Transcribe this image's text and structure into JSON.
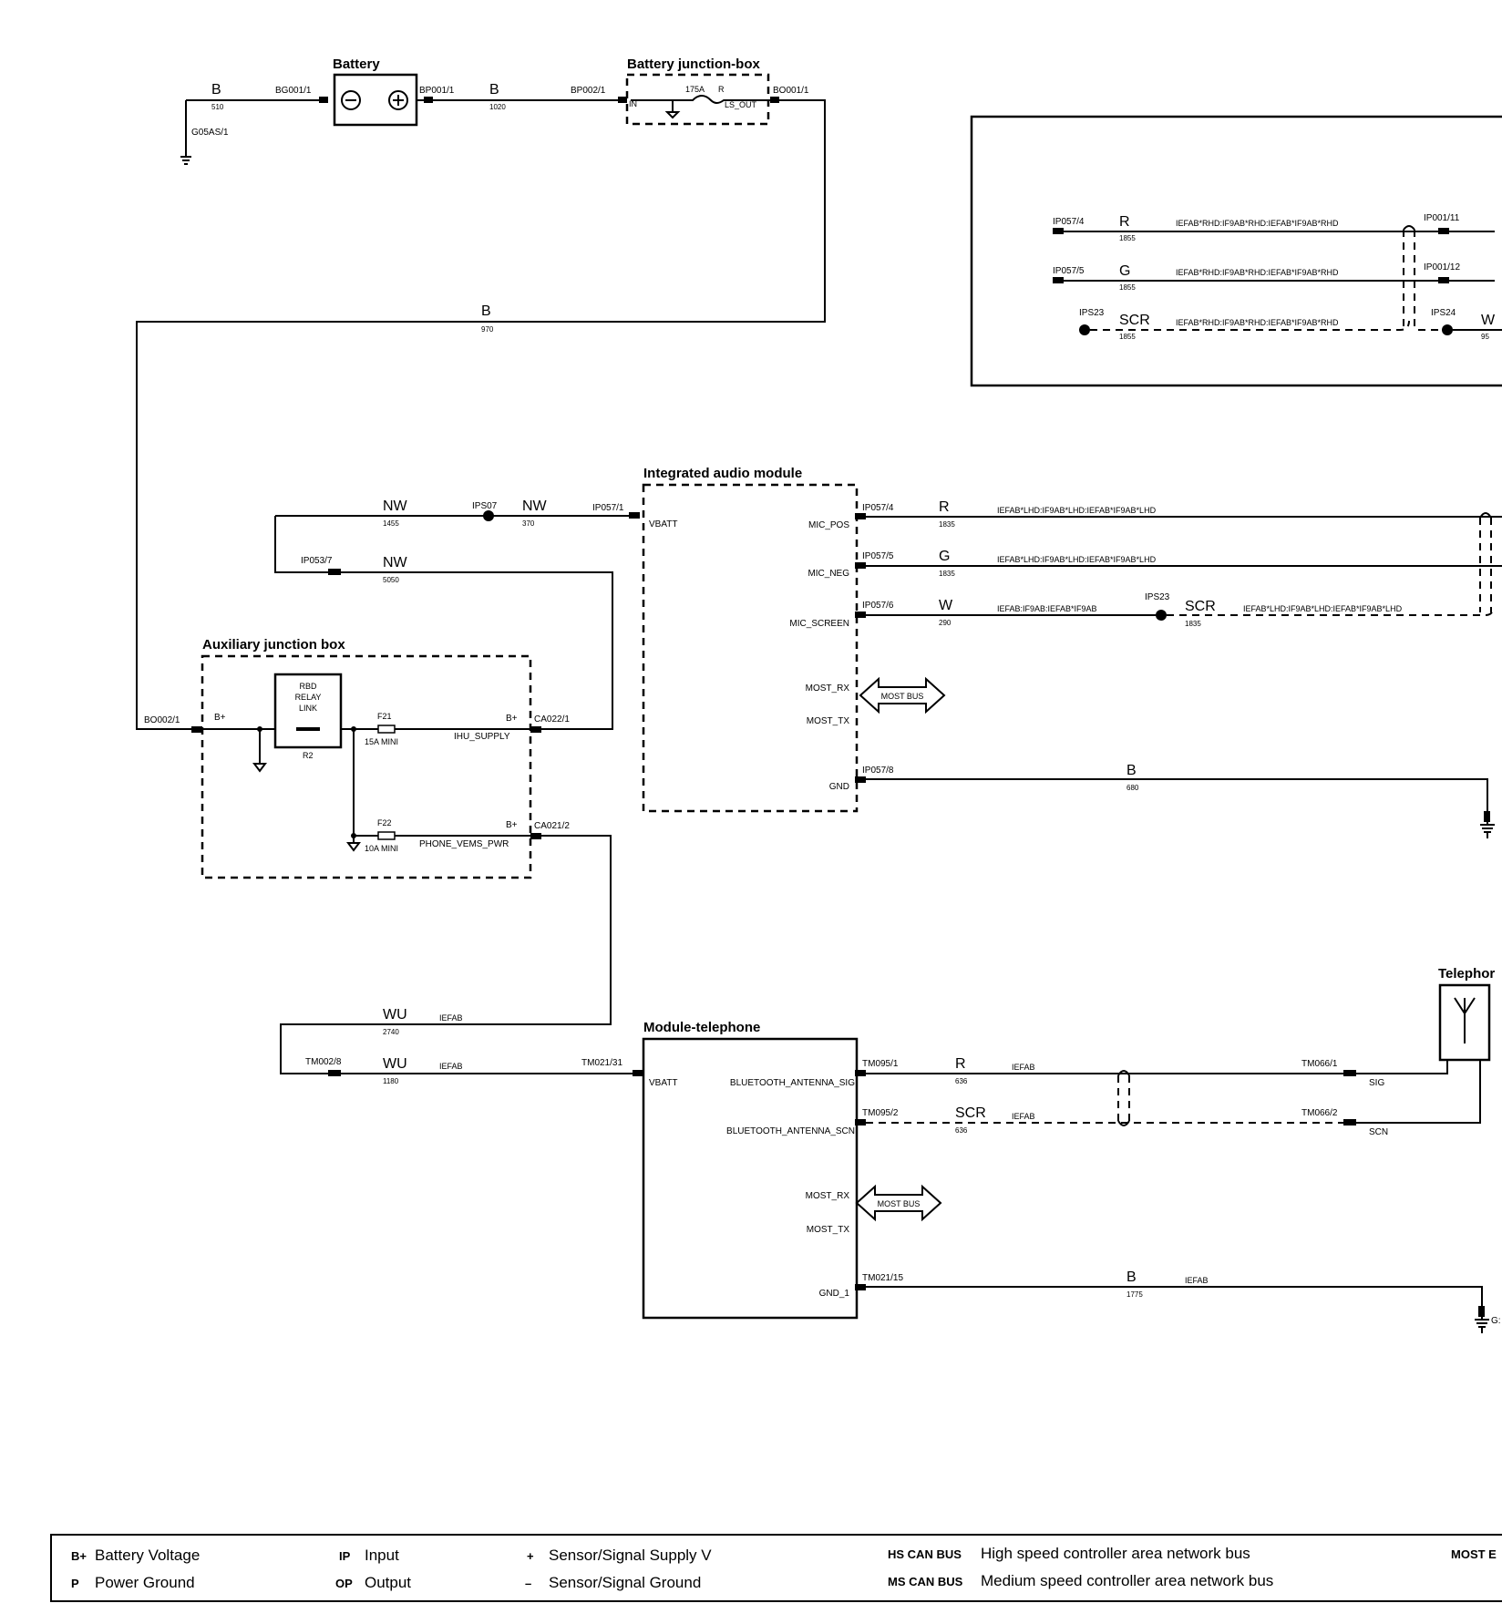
{
  "components": {
    "battery": "Battery",
    "battery_junction_box": "Battery junction-box",
    "integrated_audio_module": "Integrated audio module",
    "auxiliary_junction_box": "Auxiliary junction box",
    "module_telephone": "Module-telephone",
    "telephone_partial": "Telephor",
    "relay": [
      "RBD",
      "RELAY",
      "LINK"
    ],
    "relay_ref": "R2"
  },
  "connectors": {
    "bg001": "BG001/1",
    "bp001": "BP001/1",
    "bp002": "BP002/1",
    "bo001": "BO001/1",
    "g05as": "G05AS/1",
    "bo002": "BO002/1",
    "ca022": "CA022/1",
    "ca021": "CA021/2",
    "ip053": "IP053/7",
    "ips07": "IPS07",
    "ip057_1": "IP057/1",
    "ip057_4": "IP057/4",
    "ip057_5": "IP057/5",
    "ip057_6": "IP057/6",
    "ip057_8": "IP057/8",
    "ips23": "IPS23",
    "tm002": "TM002/8",
    "tm021_31": "TM021/31",
    "tm095_1": "TM095/1",
    "tm095_2": "TM095/2",
    "tm066_1": "TM066/1",
    "tm066_2": "TM066/2",
    "tm021_15": "TM021/15",
    "rhd_ip057_4": "IP057/4",
    "rhd_ip057_5": "IP057/5",
    "rhd_ips23": "IPS23",
    "ip001_11": "IP001/11",
    "ip001_12": "IP001/12",
    "ips24": "IPS24"
  },
  "pins": {
    "b_plus_1": "B+",
    "b_plus_2": "B+",
    "b_plus_3": "B+",
    "ihu_supply": "IHU_SUPPLY",
    "phone_vems_pwr": "PHONE_VEMS_PWR",
    "vbatt_audio": "VBATT",
    "mic_pos": "MIC_POS",
    "mic_neg": "MIC_NEG",
    "mic_screen": "MIC_SCREEN",
    "most_rx_1": "MOST_RX",
    "most_tx_1": "MOST_TX",
    "gnd": "GND",
    "vbatt_tel": "VBATT",
    "bt_sig": "BLUETOOTH_ANTENNA_SIG",
    "bt_scn": "BLUETOOTH_ANTENNA_SCN",
    "most_rx_2": "MOST_RX",
    "most_tx_2": "MOST_TX",
    "gnd_1": "GND_1",
    "sig": "SIG",
    "scn": "SCN",
    "bjb_in": "IN",
    "bjb_out": "LS_OUT"
  },
  "fuses": {
    "main": "175A",
    "main_ref": "R",
    "f21": "F21",
    "f21_rating": "15A MINI",
    "f22": "F22",
    "f22_rating": "10A MINI"
  },
  "bus_labels": {
    "most_bus_1": "MOST BUS",
    "most_bus_2": "MOST BUS"
  },
  "wires": {
    "w510": {
      "color": "B",
      "num": "510"
    },
    "w1020": {
      "color": "B",
      "num": "1020"
    },
    "w970": {
      "color": "B",
      "num": "970"
    },
    "w1455": {
      "color": "NW",
      "num": "1455"
    },
    "w370": {
      "color": "NW",
      "num": "370"
    },
    "w5050": {
      "color": "NW",
      "num": "5050"
    },
    "mic_pos": {
      "color": "R",
      "num": "1835",
      "variant": "IEFAB*LHD:IF9AB*LHD:IEFAB*IF9AB*LHD"
    },
    "mic_neg": {
      "color": "G",
      "num": "1835",
      "variant": "IEFAB*LHD:IF9AB*LHD:IEFAB*IF9AB*LHD"
    },
    "mic_scr_a": {
      "color": "W",
      "num": "290",
      "variant": "IEFAB:IF9AB:IEFAB*IF9AB"
    },
    "mic_scr_b": {
      "color": "SCR",
      "num": "1835",
      "variant": "IEFAB*LHD:IF9AB*LHD:IEFAB*IF9AB*LHD"
    },
    "gnd_audio": {
      "color": "B",
      "num": "680"
    },
    "w2740": {
      "color": "WU",
      "num": "2740",
      "variant": "IEFAB"
    },
    "w1180": {
      "color": "WU",
      "num": "1180",
      "variant": "IEFAB"
    },
    "bt_sig": {
      "color": "R",
      "num": "636",
      "variant": "IEFAB"
    },
    "bt_scn": {
      "color": "SCR",
      "num": "636",
      "variant": "IEFAB"
    },
    "gnd_tel": {
      "color": "B",
      "num": "1775",
      "variant": "IEFAB"
    },
    "rhd_r": {
      "color": "R",
      "num": "1855",
      "variant": "IEFAB*RHD:IF9AB*RHD:IEFAB*IF9AB*RHD"
    },
    "rhd_g": {
      "color": "G",
      "num": "1855",
      "variant": "IEFAB*RHD:IF9AB*RHD:IEFAB*IF9AB*RHD"
    },
    "rhd_scr": {
      "color": "SCR",
      "num": "1855",
      "variant": "IEFAB*RHD:IF9AB*RHD:IEFAB*IF9AB*RHD"
    },
    "rhd_w": {
      "color": "W",
      "num": "95"
    }
  },
  "legend": {
    "bplus_sym": "B+",
    "bplus": "Battery Voltage",
    "p_sym": "P",
    "p": "Power Ground",
    "ip_sym": "IP",
    "ip": "Input",
    "op_sym": "OP",
    "op": "Output",
    "plus_sym": "+",
    "plus": "Sensor/Signal Supply V",
    "minus_sym": "–",
    "minus": "Sensor/Signal Ground",
    "hs_sym": "HS CAN BUS",
    "hs": "High speed controller area network bus",
    "ms_sym": "MS CAN BUS",
    "ms": "Medium speed controller area network bus",
    "most_partial": "MOST E"
  },
  "partial": {
    "tel_ground": "G:"
  }
}
